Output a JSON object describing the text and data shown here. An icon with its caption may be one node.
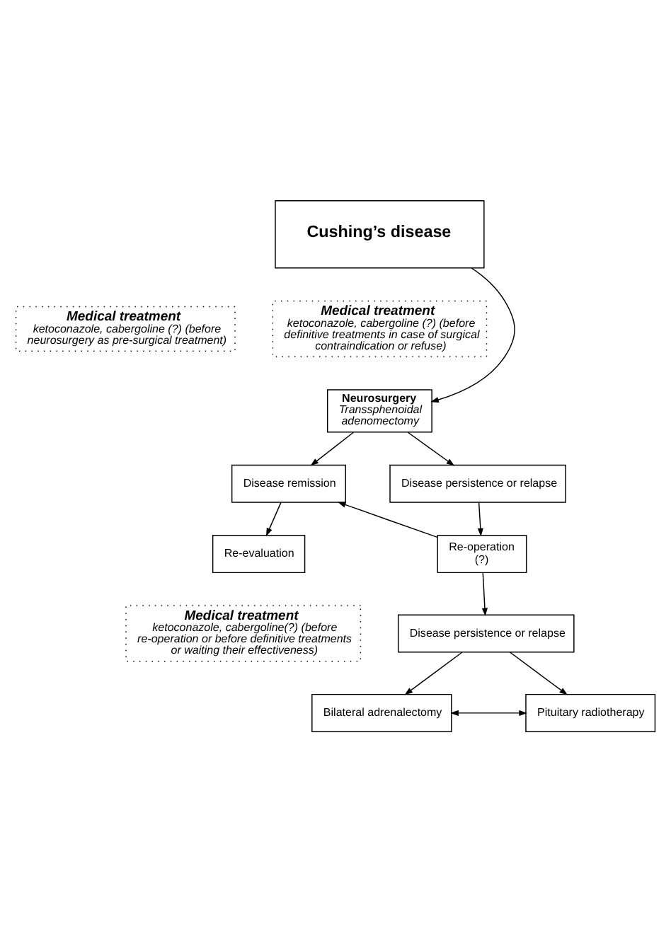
{
  "diagram": {
    "nodes": [
      {
        "text": [
          "Cushing’s disease"
        ]
      },
      {
        "text": [
          "Medical treatment",
          "ketoconazole, cabergoline (?) (before neurosurgery as pre-surgical treatment)"
        ]
      },
      {
        "text": [
          "Medical treatment",
          "ketoconazole, cabergoline (?) (before definitive treatments in case of surgical contraindication or refuse)"
        ]
      },
      {
        "text": [
          "Neurosurgery",
          "Transsphenoidal adenomectomy"
        ]
      },
      {
        "text": [
          "Disease remission"
        ]
      },
      {
        "text": [
          "Disease persistence or relapse"
        ]
      },
      {
        "text": [
          "Re-evaluation"
        ]
      },
      {
        "text": [
          "Re-operation (?)"
        ]
      },
      {
        "text": [
          "Medical treatment",
          "ketoconazole, cabergoline(?) (before re-operation or before definitive treatments or waiting their effectiveness)"
        ]
      },
      {
        "text": [
          "Disease persistence or relapse"
        ]
      },
      {
        "text": [
          "Bilateral adrenalectomy"
        ]
      },
      {
        "text": [
          "Pituitary radiotherapy"
        ]
      }
    ],
    "edges": [
      {
        "from": 0,
        "to": 3,
        "arrow": "to"
      },
      {
        "from": 3,
        "to": 4,
        "arrow": "to"
      },
      {
        "from": 3,
        "to": 5,
        "arrow": "to"
      },
      {
        "from": 4,
        "to": 6,
        "arrow": "to"
      },
      {
        "from": 5,
        "to": 7,
        "arrow": "to"
      },
      {
        "from": 7,
        "to": 4,
        "arrow": "to"
      },
      {
        "from": 7,
        "to": 9,
        "arrow": "to"
      },
      {
        "from": 9,
        "to": 10,
        "arrow": "to"
      },
      {
        "from": 9,
        "to": 11,
        "arrow": "to"
      },
      {
        "from": 10,
        "to": 11,
        "arrow": "both"
      }
    ]
  }
}
